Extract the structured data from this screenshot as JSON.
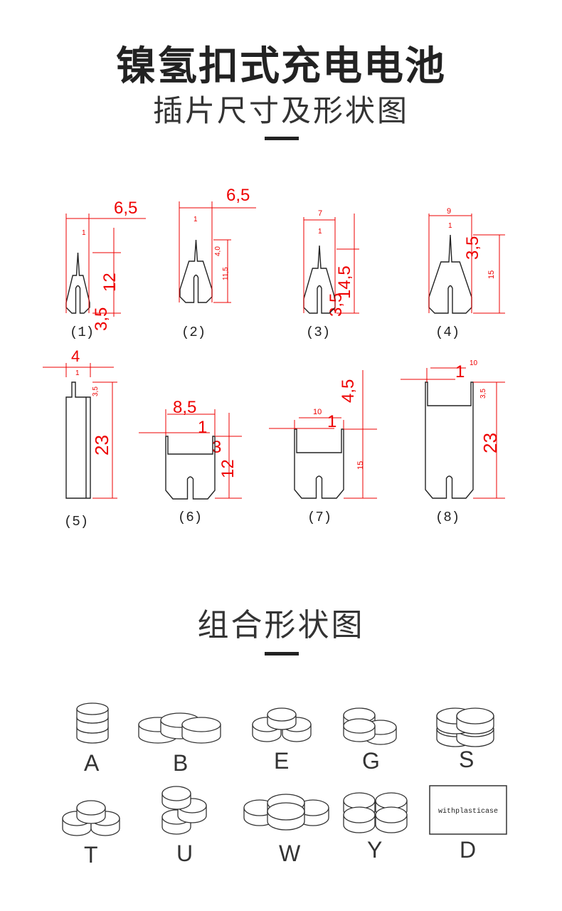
{
  "header": {
    "title": "镍氢扣式充电电池",
    "subtitle": "插片尺寸及形状图"
  },
  "terminals": [
    {
      "label": "(1)",
      "dims": [
        "6,5",
        "1",
        "12",
        "3,5"
      ]
    },
    {
      "label": "(2)",
      "dims": [
        "6,5",
        "1",
        "4,0",
        "11,5"
      ]
    },
    {
      "label": "(3)",
      "dims": [
        "7",
        "1",
        "3,5",
        "14,5"
      ]
    },
    {
      "label": "(4)",
      "dims": [
        "9",
        "1",
        "3,5",
        "15"
      ]
    },
    {
      "label": "(5)",
      "dims": [
        "4",
        "1",
        "3,5",
        "23"
      ]
    },
    {
      "label": "(6)",
      "dims": [
        "8,5",
        "1",
        "3",
        "12"
      ]
    },
    {
      "label": "(7)",
      "dims": [
        "10",
        "1",
        "4,5",
        "15"
      ]
    },
    {
      "label": "(8)",
      "dims": [
        "1",
        "10",
        "3,5",
        "23"
      ]
    }
  ],
  "combinations": {
    "title": "组合形状图",
    "items": [
      {
        "label": "A"
      },
      {
        "label": "B"
      },
      {
        "label": "E"
      },
      {
        "label": "G"
      },
      {
        "label": "S"
      },
      {
        "label": "T"
      },
      {
        "label": "U"
      },
      {
        "label": "W"
      },
      {
        "label": "Y"
      },
      {
        "label": "D",
        "box_text": "withplasticase"
      }
    ]
  },
  "colors": {
    "dimension": "#e00000",
    "outline": "#222222"
  }
}
